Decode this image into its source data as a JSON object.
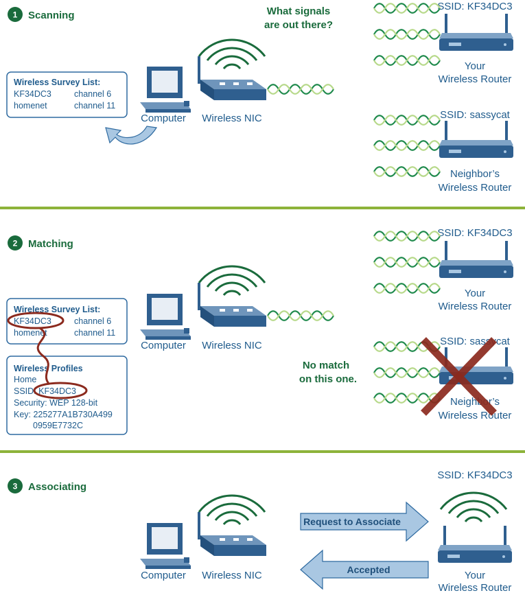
{
  "steps": [
    {
      "num": "1",
      "title": "Scanning"
    },
    {
      "num": "2",
      "title": "Matching"
    },
    {
      "num": "3",
      "title": "Associating"
    }
  ],
  "labels": {
    "computer": "Computer",
    "nic": "Wireless NIC",
    "question_line1": "What signals",
    "question_line2": "are out there?",
    "your": "Your",
    "neighbors": "Neighbor’s",
    "wireless_router": "Wireless Router",
    "ssid_home": "SSID: KF34DC3",
    "ssid_neighbor": "SSID: sassycat",
    "nomatch_line1": "No match",
    "nomatch_line2": "on this one."
  },
  "survey": {
    "title": "Wireless Survey List:",
    "rows": [
      {
        "ssid": "KF34DC3",
        "channel": "channel 6"
      },
      {
        "ssid": "homenet",
        "channel": "channel 11"
      }
    ]
  },
  "profiles": {
    "title": "Wireless Profiles",
    "name": "Home",
    "ssid": "SSID: KF34DC3",
    "security": "Security: WEP 128-bit",
    "key_line1": "Key: 225277A1B730A499",
    "key_line2": "0959E7732C"
  },
  "association": {
    "request": "Request to Associate",
    "accepted": "Accepted"
  },
  "colors": {
    "green": "#1a6b3c",
    "divider": "#8db33a",
    "blue": "#1f5b8c",
    "router": "#2f5f8f",
    "cross": "#8b2a1e",
    "arrow": "#a9c7e2"
  }
}
